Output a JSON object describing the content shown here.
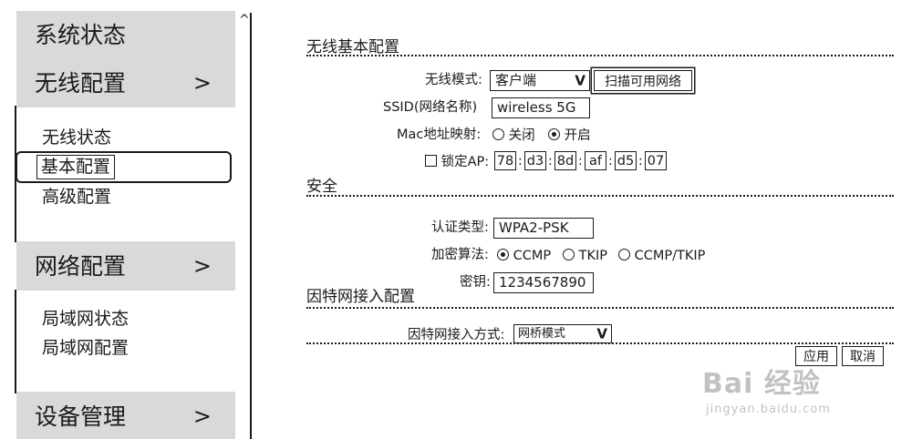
{
  "sidebar": {
    "headers": [
      {
        "label": "系统状态",
        "chevron": ""
      },
      {
        "label": "无线配置",
        "chevron": ">"
      },
      {
        "label": "网络配置",
        "chevron": ">"
      },
      {
        "label": "设备管理",
        "chevron": ">"
      }
    ],
    "wireless_items": [
      "无线状态",
      "基本配置",
      "高级配置"
    ],
    "network_items": [
      "局域网状态",
      "局域网配置"
    ],
    "selected_item": "基本配置"
  },
  "scroll_up_glyph": "^",
  "wireless_basic": {
    "section_title": "无线基本配置",
    "mode_label": "无线模式:",
    "mode_value": "客户端",
    "scan_button": "扫描可用网络",
    "ssid_label": "SSID(网络名称)",
    "ssid_value": "wireless 5G",
    "mac_map_label": "Mac地址映射:",
    "mac_off": "关闭",
    "mac_on": "开启",
    "mac_map_selected": "开启",
    "lock_ap_label": "锁定AP:",
    "lock_ap_checked": false,
    "mac_octets": [
      "78",
      "d3",
      "8d",
      "af",
      "d5",
      "07"
    ]
  },
  "security": {
    "section_title": "安全",
    "auth_label": "认证类型:",
    "auth_value": "WPA2-PSK",
    "encryption_label": "加密算法:",
    "encryption_options": [
      "CCMP",
      "TKIP",
      "CCMP/TKIP"
    ],
    "encryption_selected": "CCMP",
    "key_label": "密钥:",
    "key_value": "1234567890"
  },
  "internet": {
    "section_title": "因特网接入配置",
    "access_label": "因特网接入方式:",
    "access_value": "网桥模式"
  },
  "actions": {
    "apply": "应用",
    "cancel": "取消"
  },
  "watermark": {
    "main": "Bai 经验",
    "sub": "jingyan.baidu.com"
  }
}
